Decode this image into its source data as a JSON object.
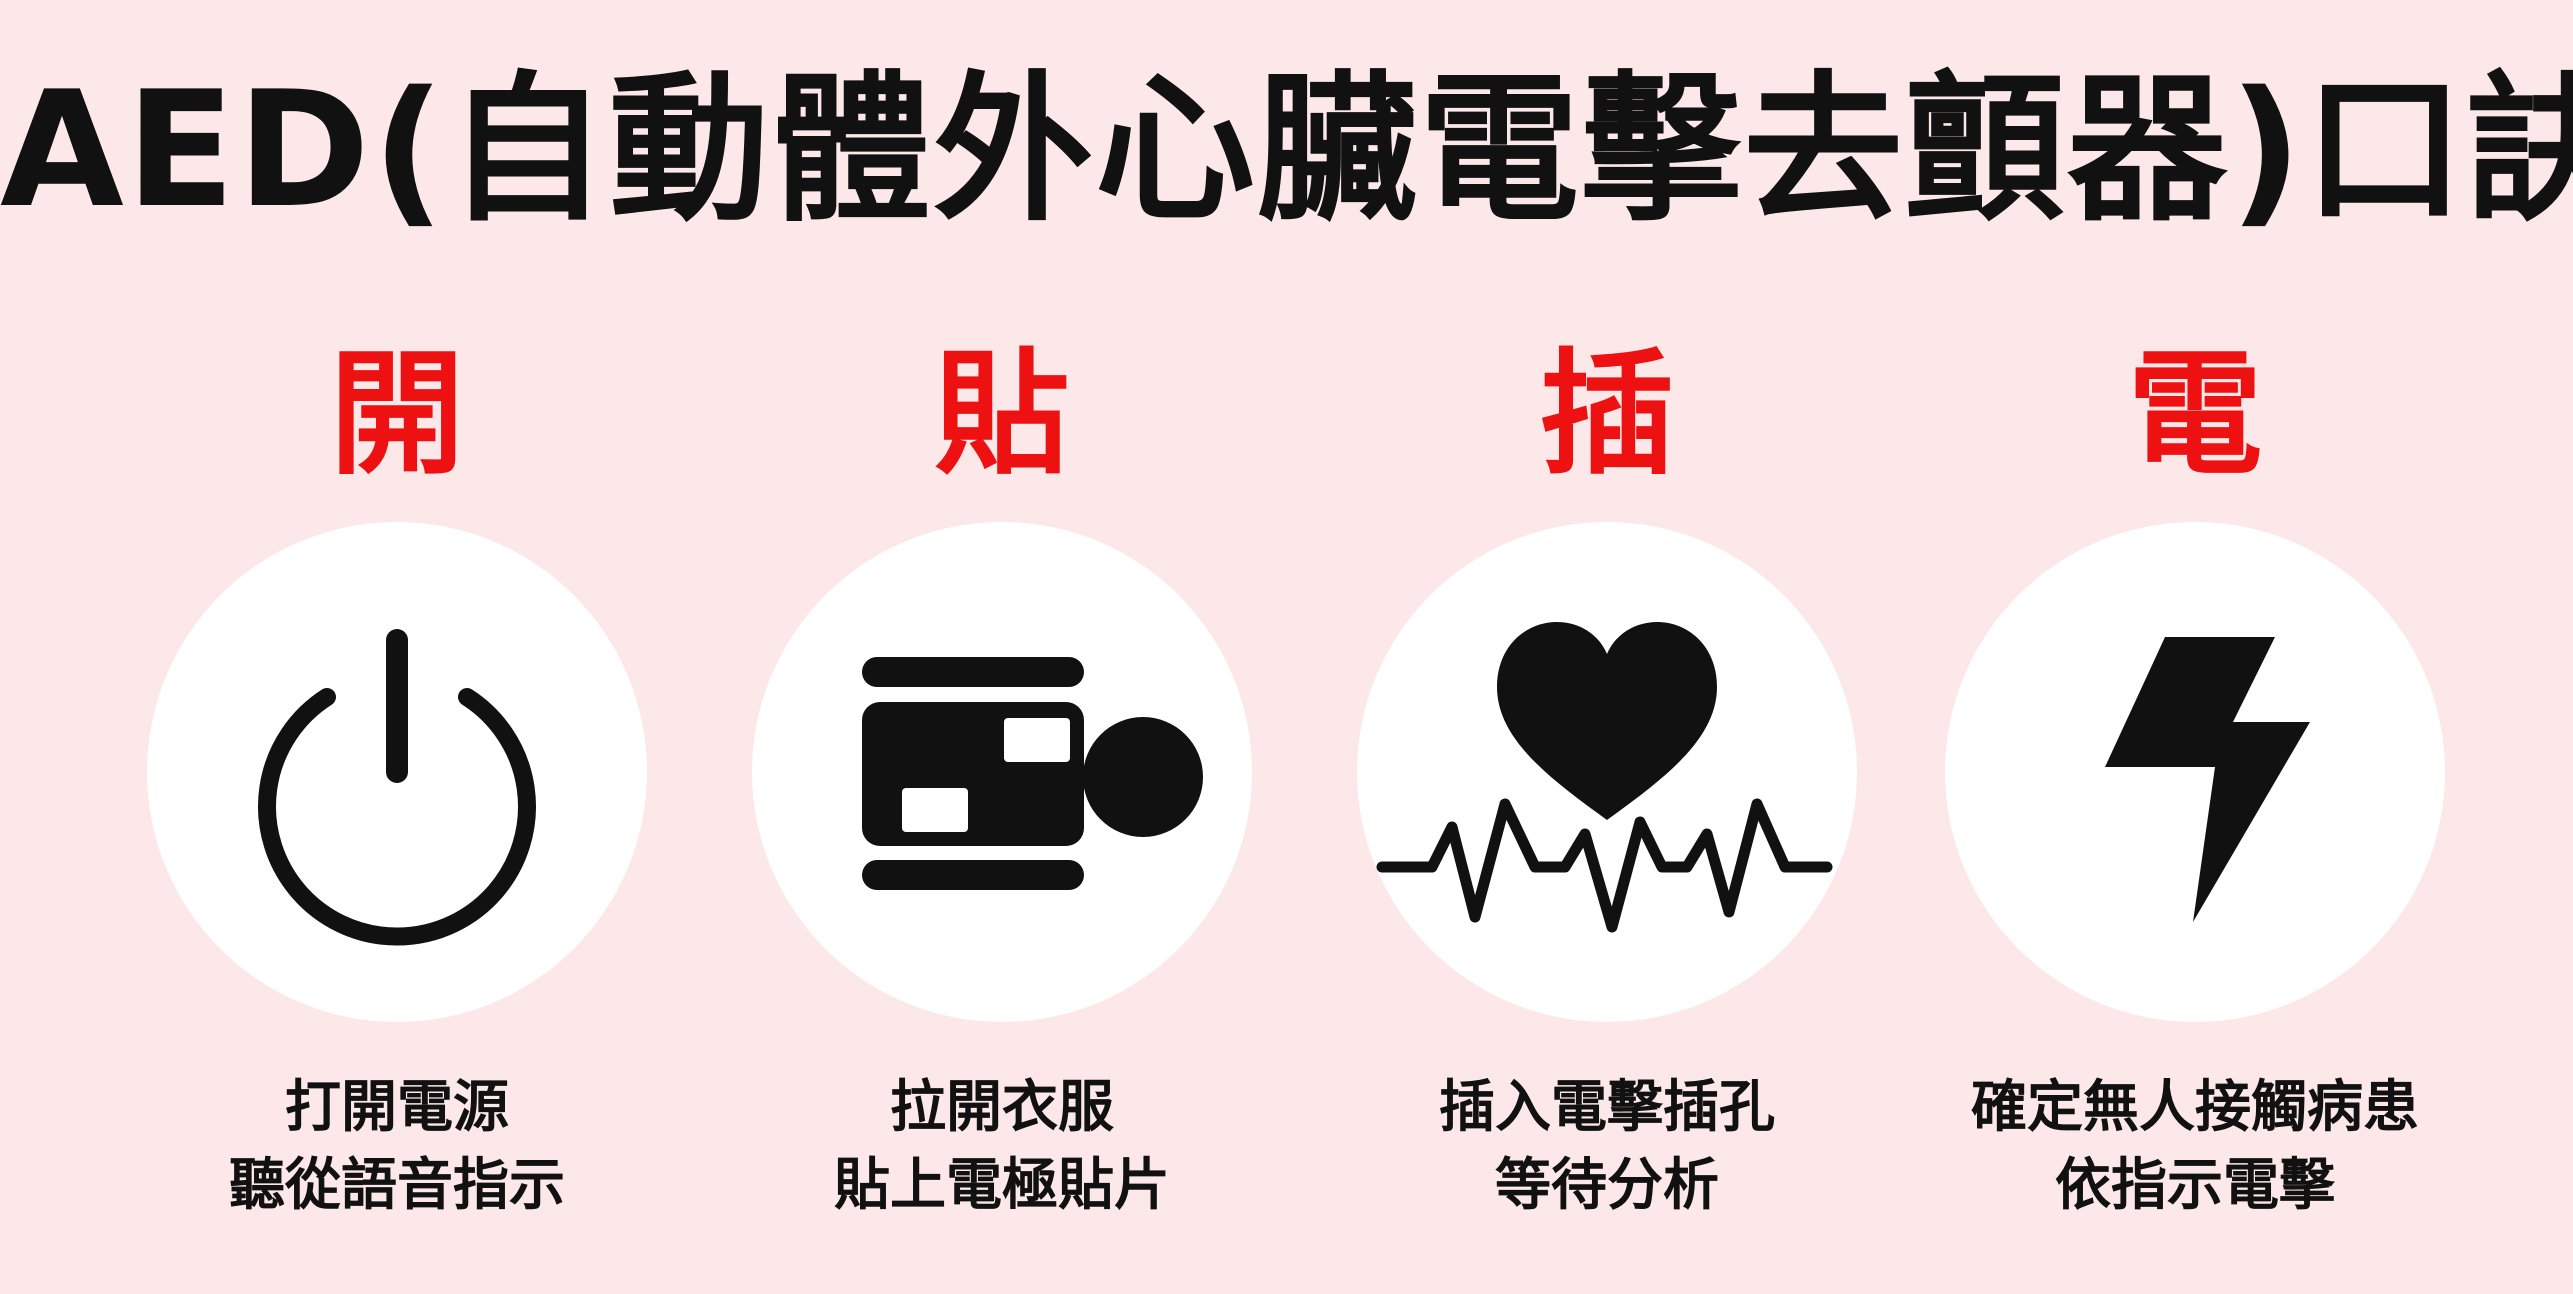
{
  "page": {
    "title": "AED(自動體外心臟電擊去顫器)口訣",
    "background_color": "#fce8e8",
    "accent_color": "#ee1111"
  },
  "steps": [
    {
      "keyword": "開",
      "icon": "power-icon",
      "lines": [
        "打開電源",
        "聽從語音指示"
      ]
    },
    {
      "keyword": "貼",
      "icon": "electrode-pads-icon",
      "lines": [
        "拉開衣服",
        "貼上電極貼片"
      ]
    },
    {
      "keyword": "插",
      "icon": "heart-rhythm-icon",
      "lines": [
        "插入電擊插孔",
        "等待分析"
      ]
    },
    {
      "keyword": "電",
      "icon": "lightning-bolt-icon",
      "lines": [
        "確定無人接觸病患",
        "依指示電擊"
      ]
    }
  ]
}
